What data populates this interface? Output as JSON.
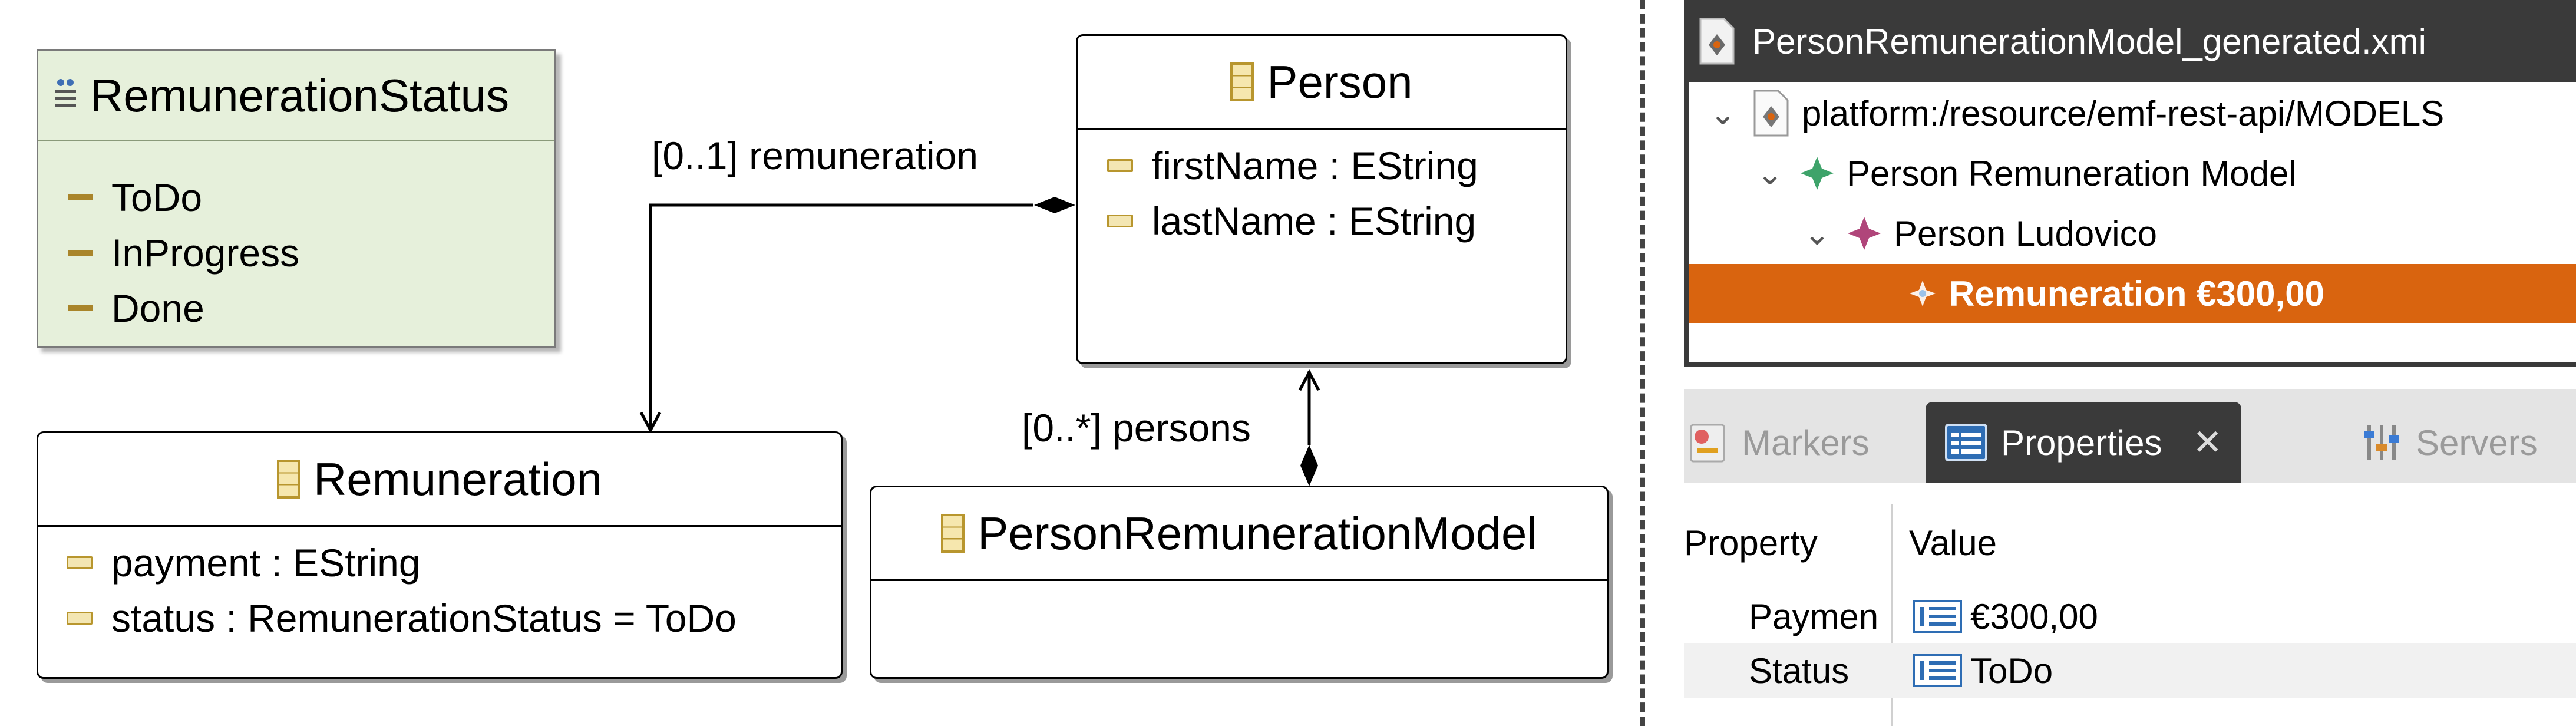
{
  "diagram": {
    "enum_remuneration_status": {
      "name": "RemunerationStatus",
      "literals": [
        "ToDo",
        "InProgress",
        "Done"
      ]
    },
    "class_person": {
      "name": "Person",
      "attributes": [
        "firstName : EString",
        "lastName : EString"
      ]
    },
    "class_remuneration": {
      "name": "Remuneration",
      "attributes": [
        "payment : EString",
        "status : RemunerationStatus = ToDo"
      ]
    },
    "class_person_remuneration_model": {
      "name": "PersonRemunerationModel",
      "attributes": []
    },
    "edges": {
      "remuneration_label": "[0..1] remuneration",
      "persons_label": "[0..*] persons"
    }
  },
  "editor": {
    "tab_title": "PersonRemunerationModel_generated.xmi",
    "tree": [
      {
        "label": "platform:/resource/emf-rest-api/MODELS",
        "icon": "resource-icon",
        "expanded": true
      },
      {
        "label": "Person Remuneration Model",
        "icon": "model-diamond-icon",
        "expanded": true
      },
      {
        "label": "Person Ludovico",
        "icon": "person-diamond-icon",
        "expanded": true
      },
      {
        "label": "Remuneration €300,00",
        "icon": "remuneration-icon",
        "selected": true
      }
    ]
  },
  "views": {
    "tabs": [
      {
        "label": "Markers",
        "icon": "markers-icon",
        "active": false
      },
      {
        "label": "Properties",
        "icon": "properties-icon",
        "active": true
      },
      {
        "label": "Servers",
        "icon": "servers-icon",
        "active": false
      }
    ]
  },
  "properties": {
    "header_property": "Property",
    "header_value": "Value",
    "rows": [
      {
        "key": "Paymen",
        "value": "€300,00"
      },
      {
        "key": "Status",
        "value": "ToDo"
      }
    ]
  },
  "colors": {
    "selection": "#d9640f",
    "dark_chrome": "#3a3a3a",
    "enum_fill": "#e6f0db",
    "attribute_icon": "#b8962e"
  }
}
